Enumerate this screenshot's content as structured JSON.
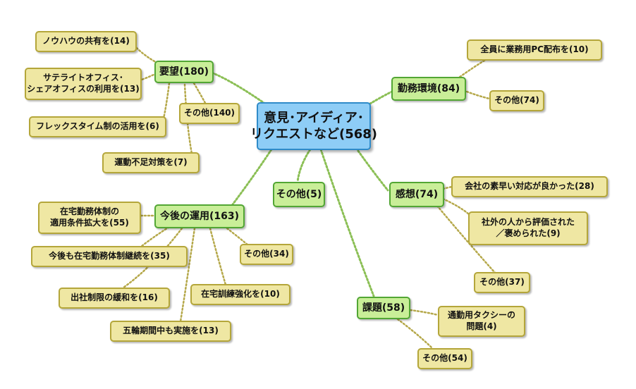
{
  "root": {
    "line1": "意見･アイディア･",
    "line2": "リクエストなど(568)"
  },
  "branches": {
    "youbou": "要望(180)",
    "kinmu": "勤務環境(84)",
    "kansou": "感想(74)",
    "kadai": "課題(58)",
    "unyou": "今後の運用(163)",
    "sonota": "その他(5)"
  },
  "leaves": {
    "knowhow": "ノウハウの共有を(14)",
    "satellite_l1": "サテライトオフィス･",
    "satellite_l2": "シェアオフィスの利用を(13)",
    "flex": "フレックスタイム制の活用を(6)",
    "undou": "運動不足対策を(7)",
    "youbou_other": "その他(140)",
    "pc": "全員に業務用PC配布を(10)",
    "kinmu_other": "その他(74)",
    "kaisha": "会社の素早い対応が良かった(28)",
    "shagai_l1": "社外の人から評価された",
    "shagai_l2": "／褒められた(9)",
    "kansou_other": "その他(37)",
    "taxi_l1": "通勤用タクシーの",
    "taxi_l2": "問題(4)",
    "kadai_other": "その他(54)",
    "tekiyou_l1": "在宅勤務体制の",
    "tekiyou_l2": "適用条件拡大を(55)",
    "keizoku": "今後も在宅勤務体制継続を(35)",
    "shusha": "出社制限の緩和を(16)",
    "gorin": "五輪期間中も実施を(13)",
    "kunren": "在宅訓練強化を(10)",
    "unyou_other": "その他(34)"
  }
}
